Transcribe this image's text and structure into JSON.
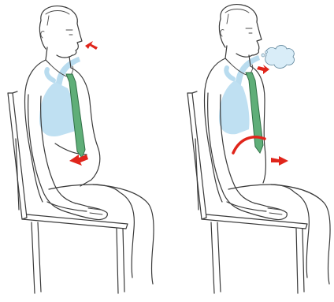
{
  "figure": {
    "panels": [
      {
        "id": "inhale",
        "phase": "inhale"
      },
      {
        "id": "exhale",
        "phase": "exhale"
      }
    ]
  },
  "colors": {
    "airway": "#b9dcef",
    "lung": "#bfe0f2",
    "tie": "#5fae78",
    "tie_outline": "#2f6e45",
    "arrow": "#e0251b",
    "breath_cloud": "#d9edf8",
    "ink": "#3a3a3a"
  }
}
